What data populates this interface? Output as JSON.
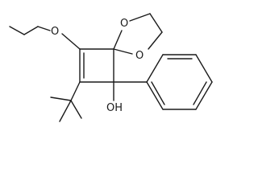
{
  "molecule": {
    "atoms": {
      "ether_o": "O",
      "dioxolane_o_upper": "O",
      "dioxolane_o_lower": "O",
      "hydroxyl": "OH"
    }
  }
}
